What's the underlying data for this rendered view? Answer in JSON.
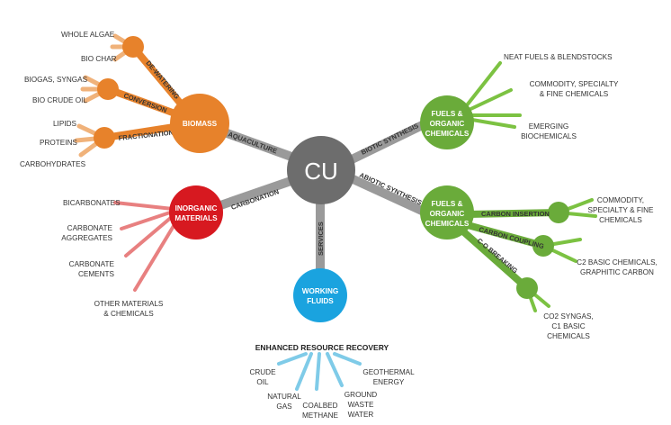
{
  "center": {
    "label": "CU",
    "color": "#6d6d6d"
  },
  "colors": {
    "biomass": "#e7822b",
    "inorganic": "#d71920",
    "fluids": "#1aa3df",
    "fuels": "#6aab3a",
    "connector": "#9a9a9a"
  },
  "connectors": {
    "aquaculture": "AQUACULTURE",
    "carbonation": "CARBONATION",
    "services": "SERVICES",
    "biotic": "BIOTIC SYNTHESIS",
    "abiotic": "ABIOTIC SYNTHESIS"
  },
  "biomass": {
    "label": [
      "BIOMASS"
    ],
    "branches": {
      "dewatering": "DE-WATERING",
      "conversion": "CONVERSION",
      "fractionation": "FRACTIONATION"
    },
    "leaves": {
      "whole_algae": "WHOLE ALGAE",
      "bio_char": "BIO CHAR",
      "biogas": "BIOGAS, SYNGAS",
      "bio_crude": "BIO CRUDE OIL",
      "lipids": "LIPIDS",
      "proteins": "PROTEINS",
      "carbohydrates": "CARBOHYDRATES"
    }
  },
  "inorganic": {
    "label": [
      "INORGANIC",
      "MATERIALS"
    ],
    "leaves": {
      "bicarbonates": [
        "BICARBONATES"
      ],
      "aggregates": [
        "CARBONATE",
        "AGGREGATES"
      ],
      "cements": [
        "CARBONATE",
        "CEMENTS"
      ],
      "other": [
        "OTHER MATERIALS",
        "& CHEMICALS"
      ]
    }
  },
  "working_fluids": {
    "label": [
      "WORKING",
      "FLUIDS"
    ],
    "heading": "ENHANCED RESOURCE RECOVERY",
    "leaves": {
      "crude": [
        "CRUDE",
        "OIL"
      ],
      "gas": [
        "NATURAL",
        "GAS"
      ],
      "methane": [
        "COALBED",
        "METHANE"
      ],
      "water": [
        "GROUND",
        "WASTE",
        "WATER"
      ],
      "geothermal": [
        "GEOTHERMAL",
        "ENERGY"
      ]
    }
  },
  "fuels_biotic": {
    "label": [
      "FUELS &",
      "ORGANIC",
      "CHEMICALS"
    ],
    "leaves": {
      "neat": [
        "NEAT FUELS & BLENDSTOCKS"
      ],
      "commodity": [
        "COMMODITY, SPECIALTY",
        "& FINE CHEMICALS"
      ],
      "emerging": [
        "EMERGING",
        "BIOCHEMICALS"
      ]
    }
  },
  "fuels_abiotic": {
    "label": [
      "FUELS &",
      "ORGANIC",
      "CHEMICALS"
    ],
    "branches": {
      "insertion": "CARBON INSERTION",
      "coupling": "CARBON COUPLING",
      "breaking": "C-O BREAKING"
    },
    "leaves": {
      "commodity": [
        "COMMODITY,",
        "SPECIALTY & FINE",
        "CHEMICALS"
      ],
      "c2": [
        "C2 BASIC CHEMICALS,",
        "GRAPHITIC CARBON"
      ],
      "co2": [
        "CO2 SYNGAS,",
        "C1 BASIC",
        "CHEMICALS"
      ]
    }
  }
}
